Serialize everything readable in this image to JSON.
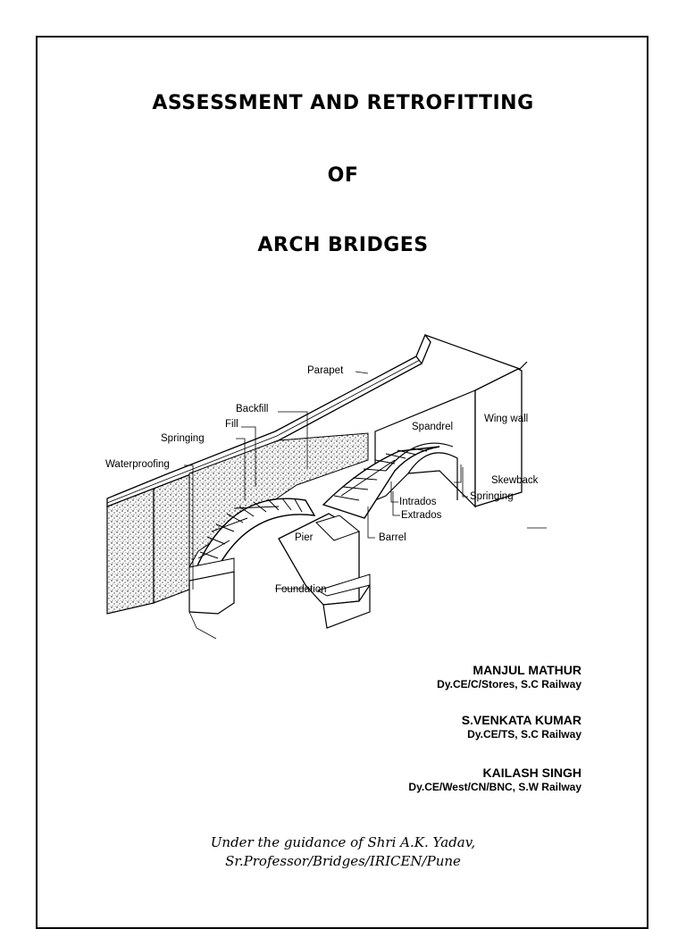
{
  "cover": {
    "title_line1": "ASSESSMENT AND RETROFITTING",
    "title_line2": "OF",
    "title_line3": "ARCH BRIDGES"
  },
  "diagram": {
    "labels": {
      "parapet": "Parapet",
      "backfill": "Backfill",
      "fill": "Fill",
      "springing_left": "Springing",
      "waterproofing": "Waterproofing",
      "spandrel": "Spandrel",
      "wing_wall": "Wing wall",
      "skewback": "Skewback",
      "springing_right": "Springing",
      "intrados": "Intrados",
      "extrados": "Extrados",
      "pier": "Pier",
      "barrel": "Barrel",
      "foundation": "Foundation"
    }
  },
  "authors": [
    {
      "name": "MANJUL MATHUR",
      "role": "Dy.CE/C/Stores, S.C Railway"
    },
    {
      "name": "S.VENKATA KUMAR",
      "role": "Dy.CE/TS, S.C Railway"
    },
    {
      "name": "KAILASH SINGH",
      "role": "Dy.CE/West/CN/BNC, S.W Railway"
    }
  ],
  "guidance": {
    "line1": "Under the guidance of Shri A.K. Yadav,",
    "line2": "Sr.Professor/Bridges/IRICEN/Pune"
  }
}
